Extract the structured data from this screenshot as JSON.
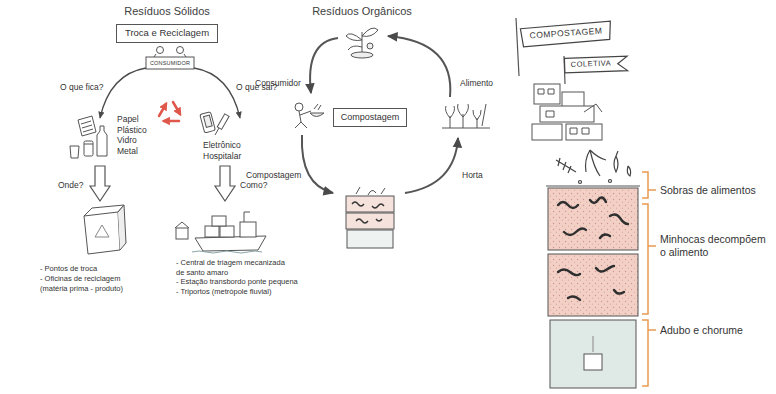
{
  "diagram": {
    "nodes": [
      {
        "text": [
          "Troca e Reciclagem"
        ]
      },
      {
        "text": [
          "Compostagem"
        ]
      },
      {
        "text": [
          "COMPOSTAGEM"
        ]
      },
      {
        "text": [
          "COLETIVA"
        ]
      }
    ],
    "labels": [
      "Resíduos Sólidos",
      "CONSUMIDOR",
      "O que fica?",
      "O que sai?",
      "Papel Plástico Vidro Metal",
      "Eletrônico Hospitalar",
      "Onde?",
      "Como?",
      "- Pontos de troca",
      "- Oficinas de reciclagem (matéria prima - produto)",
      "- Central de triagem mecanizada de santo amaro",
      "- Estação transbordo ponte pequena",
      "- Triportos (metrópole fluvial)",
      "Resíduos Orgânicos",
      "Consumidor",
      "Alimento",
      "Compostagem",
      "Horta",
      "Sobras de alimentos",
      "Minhocas decompõem o alimento",
      "Adubo e chorume"
    ]
  }
}
